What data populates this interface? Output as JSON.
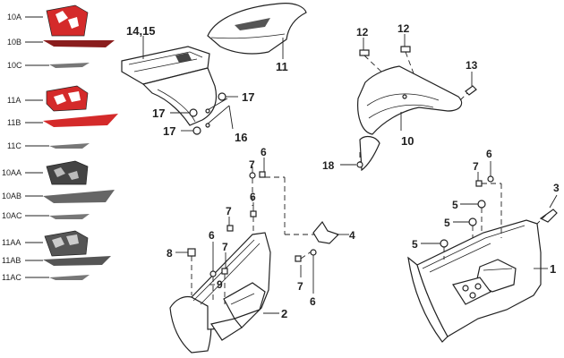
{
  "left_labels": [
    "10A",
    "10B",
    "10C",
    "11A",
    "11B",
    "11C",
    "10AA",
    "10AB",
    "10AC",
    "11AA",
    "11AB",
    "11AC"
  ],
  "callouts": {
    "c14_15": "14,15",
    "c11": "11",
    "c17a": "17",
    "c17b": "17",
    "c17c": "17",
    "c16": "16",
    "c12a": "12",
    "c12b": "12",
    "c13": "13",
    "c10": "10",
    "c18": "18",
    "c7a": "7",
    "c6a": "6",
    "c6b": "6",
    "c7b": "7",
    "c4": "4",
    "c8": "8",
    "c6c": "6",
    "c7c": "7",
    "c9": "9",
    "c7d": "7",
    "c6d": "6",
    "c2": "2",
    "c7e": "7",
    "c6e": "6",
    "c3": "3",
    "c5a": "5",
    "c5b": "5",
    "c5c": "5",
    "c1": "1"
  },
  "colors": {
    "red": "#d42a2a",
    "dark_red": "#8a1d1d",
    "gray": "#7a7a7a",
    "dark": "#333333"
  }
}
